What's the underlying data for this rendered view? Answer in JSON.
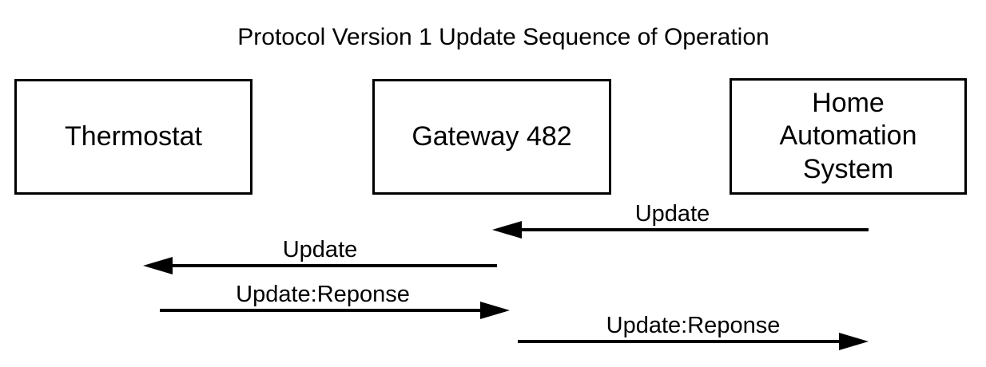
{
  "title": "Protocol Version 1 Update Sequence of Operation",
  "colors": {
    "ink": "#000000",
    "background": "#ffffff"
  },
  "diagram": {
    "type": "sequence-of-operation",
    "participants": [
      {
        "label": "Thermostat"
      },
      {
        "label": "Gateway 482"
      },
      {
        "label": "Home\nAutomation\nSystem"
      }
    ],
    "messages": [
      {
        "label": "Update",
        "from": "Home Automation System",
        "to": "Gateway 482",
        "direction": "left"
      },
      {
        "label": "Update",
        "from": "Gateway 482",
        "to": "Thermostat",
        "direction": "left"
      },
      {
        "label": "Update:Reponse",
        "from": "Thermostat",
        "to": "Gateway 482",
        "direction": "right"
      },
      {
        "label": "Update:Reponse",
        "from": "Gateway 482",
        "to": "Home Automation System",
        "direction": "right"
      }
    ]
  }
}
